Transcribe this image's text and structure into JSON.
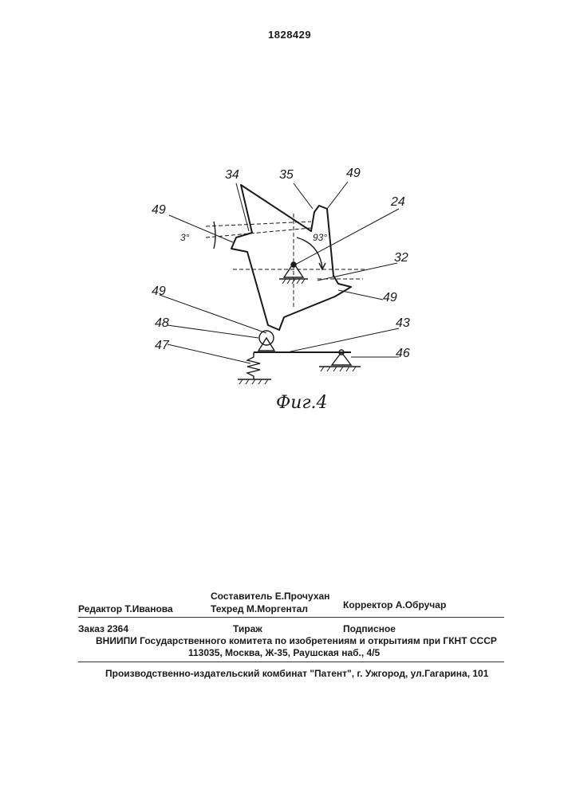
{
  "header": {
    "patent_number": "1828429"
  },
  "figure": {
    "caption": "Фиг.4",
    "labels": {
      "l34": "34",
      "l35": "35",
      "l49_top": "49",
      "l24": "24",
      "l49_left": "49",
      "l3deg": "3°",
      "l93deg": "93°",
      "l32": "32",
      "l49_mid": "49",
      "l49_right": "49",
      "l48": "48",
      "l43": "43",
      "l47": "47",
      "l46": "46"
    }
  },
  "colophon": {
    "editor": "Редактор  Т.Иванова",
    "compiler": "Составитель  Е.Прочухан",
    "techred": "Техред М.Моргентал",
    "corrector": "Корректор   А.Обручар",
    "order": "Заказ  2364",
    "circulation": "Тираж",
    "subscription": "Подписное",
    "org": "ВНИИПИ Государственного комитета по изобретениям и открытиям при ГКНТ СССР",
    "address": "113035, Москва, Ж-35, Раушская наб., 4/5",
    "publisher": "Производственно-издательский комбинат \"Патент\", г. Ужгород, ул.Гагарина, 101"
  }
}
